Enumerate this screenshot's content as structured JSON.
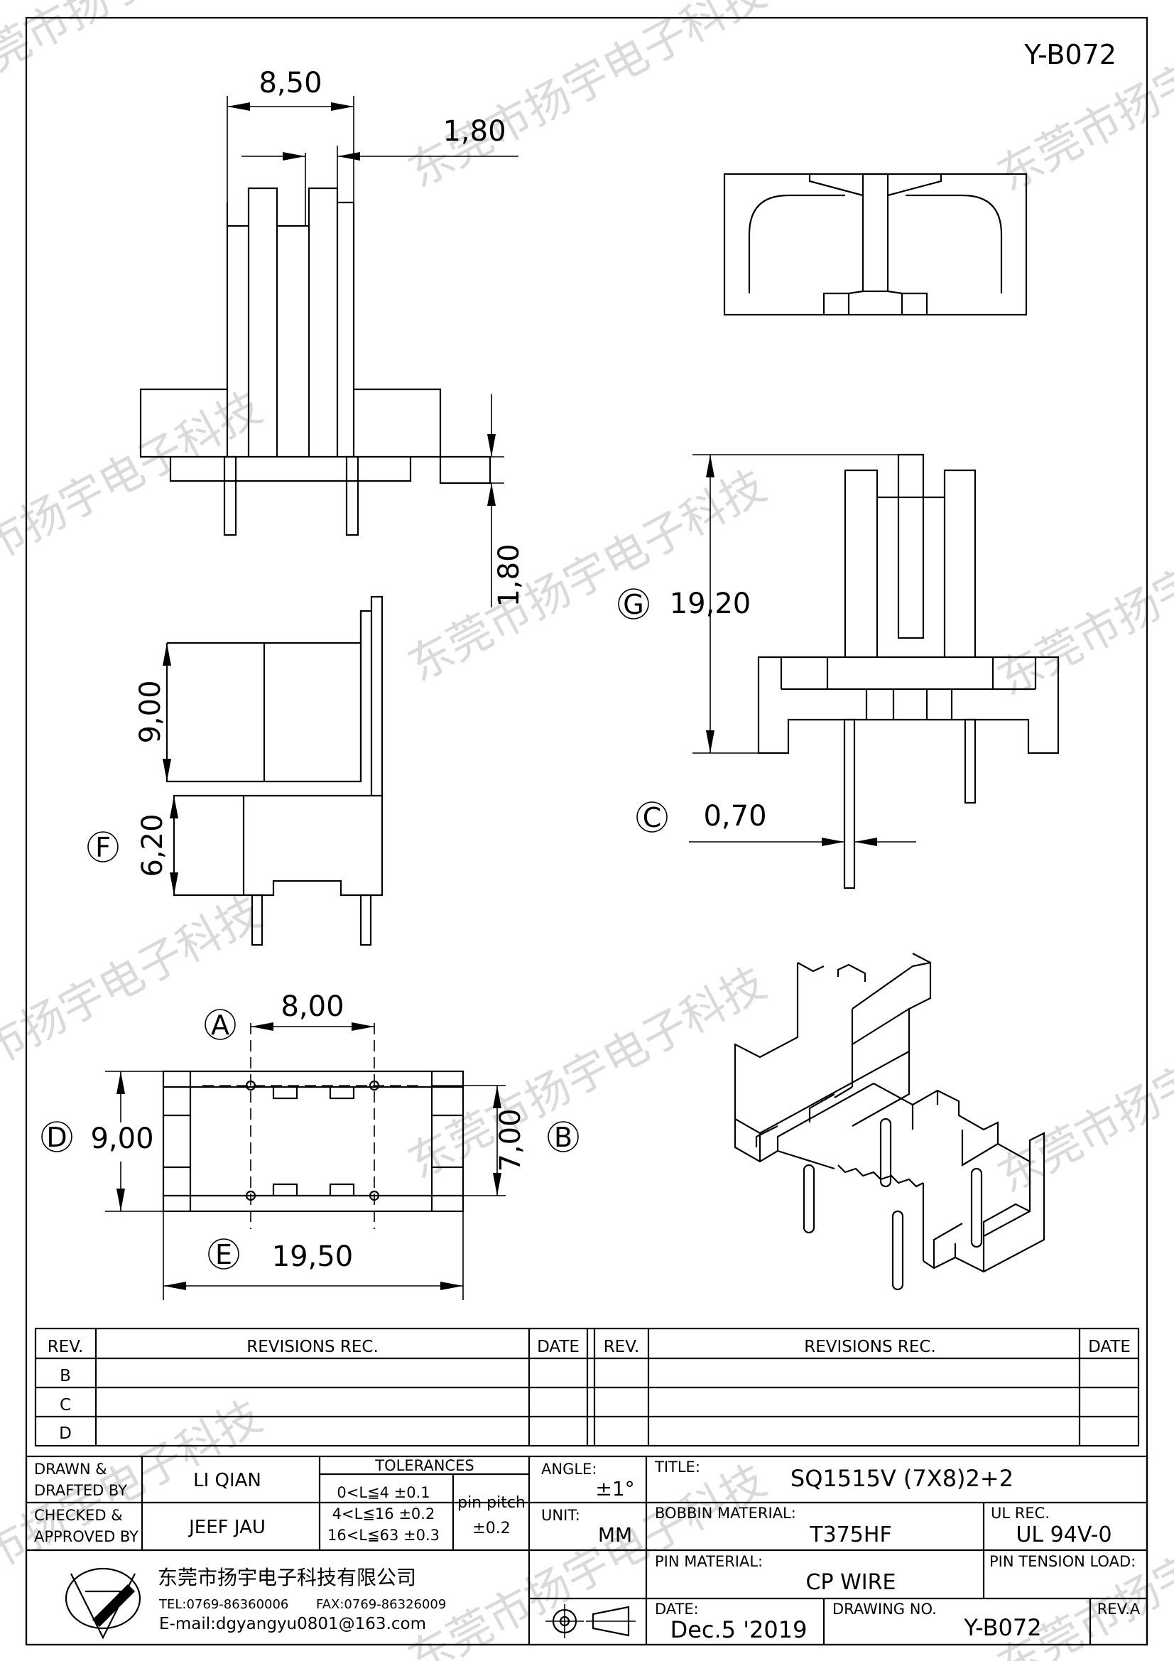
{
  "drawing_no_corner": "Y-B072",
  "watermark": "东莞市扬宇电子科技",
  "dimensions": {
    "top_width": "8,50",
    "top_slot": "1,80",
    "top_pin_side": "1,80",
    "height_g": "19,20",
    "pin_dia_c": "0,70",
    "side_upper": "9,00",
    "side_lower_f": "6,20",
    "bottom_pitch_a": "8,00",
    "bottom_height_d": "9,00",
    "bottom_inner_b": "7,00",
    "bottom_length_e": "19,50"
  },
  "markers": {
    "g": "G",
    "c": "C",
    "f": "F",
    "a": "A",
    "b": "B",
    "d": "D",
    "e": "E"
  },
  "revisions": {
    "rev_header": "REV.",
    "rec_header": "REVISIONS   REC.",
    "date_header": "DATE",
    "rows": [
      "B",
      "C",
      "D"
    ]
  },
  "title_block": {
    "drawn_label_1": "DRAWN &",
    "drawn_label_2": "DRAFTED BY",
    "drawn_name": "LI QIAN",
    "checked_label_1": "CHECKED &",
    "checked_label_2": "APPROVED BY",
    "checked_name": "JEEF JAU",
    "tolerances_header": "TOLERANCES",
    "tol_1": "0<L≦4   ±0.1",
    "tol_2": "4<L≦16  ±0.2",
    "tol_3": "16<L≦63  ±0.3",
    "pin_pitch_label": "pin pitch",
    "pin_pitch_value": "±0.2",
    "angle_label": "ANGLE:",
    "angle_value": "±1°",
    "unit_label": "UNIT:",
    "unit_value": "MM",
    "title_label": "TITLE:",
    "title_value": "SQ1515V (7X8)2+2",
    "bobbin_label": "BOBBIN MATERIAL:",
    "bobbin_value": "T375HF",
    "ul_label": "UL REC.",
    "ul_value": "UL 94V-0",
    "pin_material_label": "PIN MATERIAL:",
    "pin_material_value": "CP WIRE",
    "pin_tension_label": "PIN TENSION LOAD:",
    "company": "东莞市扬宇电子科技有限公司",
    "tel": "TEL:0769-86360006",
    "fax": "FAX:0769-86326009",
    "email": "E-mail:dgyangyu0801@163.com",
    "date_label": "DATE:",
    "date_value": "Dec.5 '2019",
    "drawing_no_label": "DRAWING NO.",
    "drawing_no_value": "Y-B072",
    "rev_label": "REV.A"
  }
}
